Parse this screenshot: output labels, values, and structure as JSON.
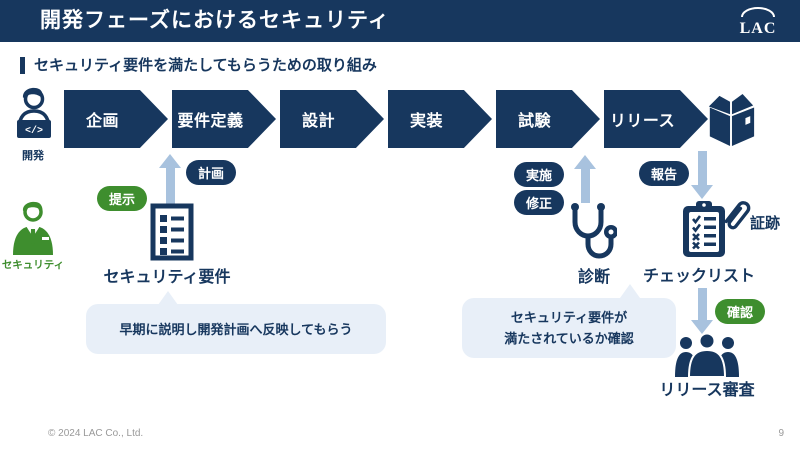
{
  "header": {
    "title": "開発フェーズにおけるセキュリティ",
    "logo_text": "LAC"
  },
  "subtitle": "セキュリティ要件を満たしてもらうための取り組み",
  "phases": [
    "企画",
    "要件定義",
    "設計",
    "実装",
    "試験",
    "リリース"
  ],
  "actors": {
    "developer_label": "開発",
    "security_label": "セキュリティ"
  },
  "badges": {
    "teiji": "提示",
    "keikaku": "計画",
    "jisshi": "実施",
    "shusei": "修正",
    "hokoku": "報告",
    "kakunin": "確認"
  },
  "labels": {
    "security_requirements": "セキュリティ要件",
    "diagnosis": "診断",
    "checklist": "チェックリスト",
    "evidence": "証跡",
    "release_review": "リリース審査"
  },
  "callouts": {
    "left": "早期に説明し開発計画へ反映してもらう",
    "right_line1": "セキュリティ要件が",
    "right_line2": "満たされているか確認"
  },
  "icons": {
    "laptop_code": "</>"
  },
  "footer": {
    "copyright": "© 2024 LAC Co., Ltd.",
    "page_number": "9"
  },
  "colors": {
    "navy": "#17375E",
    "green": "#3E8E2E",
    "arrow_blue": "#A8C2DE",
    "callout_bg": "#E8EFF8"
  }
}
